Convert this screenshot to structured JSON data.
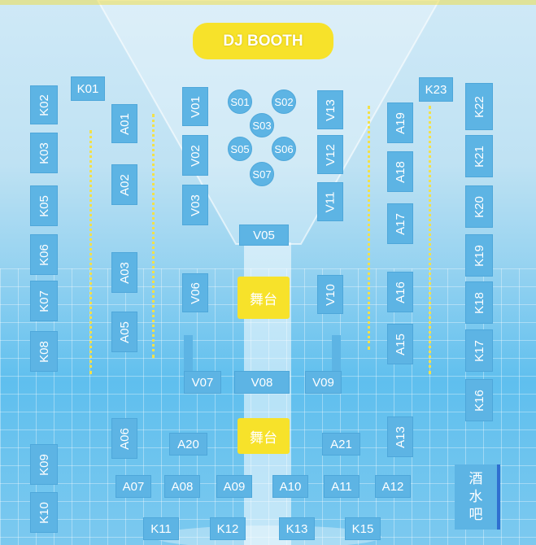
{
  "dj_booth": "DJ BOOTH",
  "stage_label": "舞台",
  "bar_label": [
    "酒",
    "水",
    "吧"
  ],
  "colors": {
    "seat": "#5db4e4",
    "highlight": "#f7e22a"
  },
  "seats": {
    "K01": "K01",
    "K02": "K02",
    "K03": "K03",
    "K05": "K05",
    "K06": "K06",
    "K07": "K07",
    "K08": "K08",
    "K09": "K09",
    "K10": "K10",
    "K11": "K11",
    "K12": "K12",
    "K13": "K13",
    "K15": "K15",
    "K16": "K16",
    "K17": "K17",
    "K18": "K18",
    "K19": "K19",
    "K20": "K20",
    "K21": "K21",
    "K22": "K22",
    "K23": "K23",
    "A01": "A01",
    "A02": "A02",
    "A03": "A03",
    "A05": "A05",
    "A06": "A06",
    "A07": "A07",
    "A08": "A08",
    "A09": "A09",
    "A10": "A10",
    "A11": "A11",
    "A12": "A12",
    "A13": "A13",
    "A15": "A15",
    "A16": "A16",
    "A17": "A17",
    "A18": "A18",
    "A19": "A19",
    "A20": "A20",
    "A21": "A21",
    "V01": "V01",
    "V02": "V02",
    "V03": "V03",
    "V05": "V05",
    "V06": "V06",
    "V07": "V07",
    "V08": "V08",
    "V09": "V09",
    "V10": "V10",
    "V11": "V11",
    "V12": "V12",
    "V13": "V13",
    "S01": "S01",
    "S02": "S02",
    "S03": "S03",
    "S05": "S05",
    "S06": "S06",
    "S07": "S07"
  }
}
